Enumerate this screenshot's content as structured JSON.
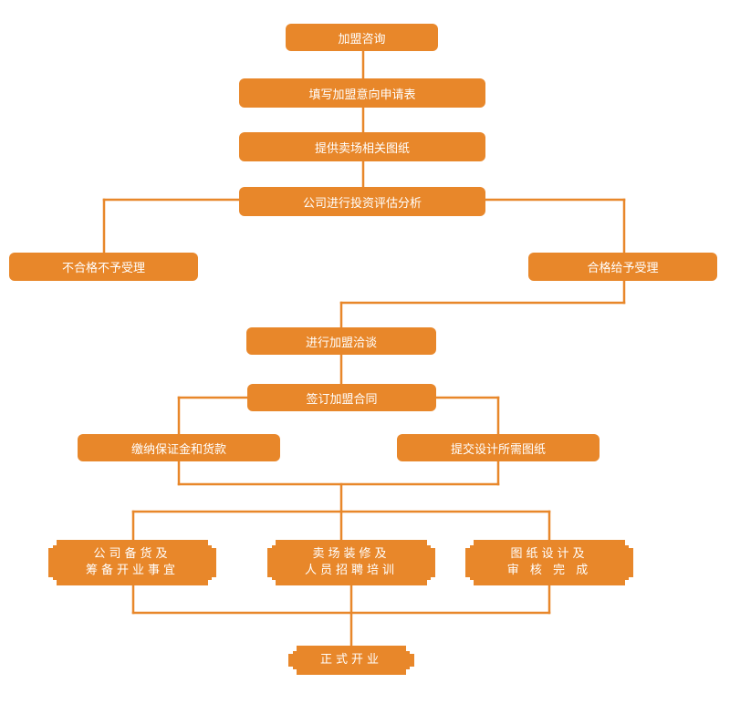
{
  "colors": {
    "node_fill": "#E8872A",
    "line": "#E8872A",
    "text": "#FFFFFF"
  },
  "steps": {
    "consult": "加盟咨询",
    "application_form": "填写加盟意向申请表",
    "provide_drawings": "提供卖场相关图纸",
    "evaluation": "公司进行投资评估分析",
    "rejected": "不合格不予受理",
    "accepted": "合格给予受理",
    "negotiation": "进行加盟洽谈",
    "sign_contract": "签订加盟合同",
    "pay_deposit": "缴纳保证金和货款",
    "submit_design_drawings": "提交设计所需图纸",
    "stock_prep_line1": "公司备货及",
    "stock_prep_line2": "筹备开业事宜",
    "renovation_line1": "卖场装修及",
    "renovation_line2": "人员招聘培训",
    "design_line1": "图纸设计及",
    "design_line2": "审 核 完 成",
    "grand_opening": "正式开业"
  }
}
